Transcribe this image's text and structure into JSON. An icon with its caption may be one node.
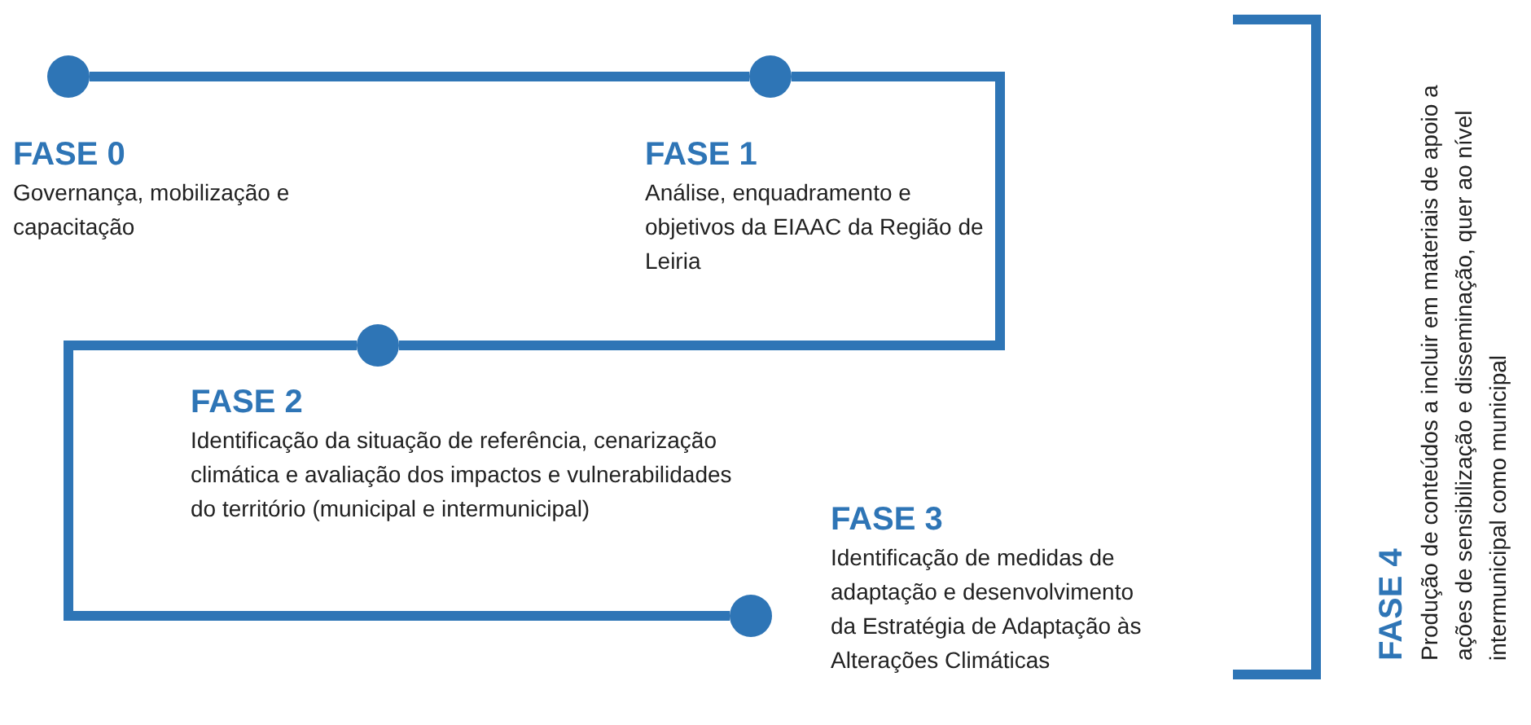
{
  "diagram": {
    "nodes": [
      {
        "text": [
          "FASE 0",
          "Governança, mobilização e capacitação"
        ]
      },
      {
        "text": [
          "FASE 1",
          "Análise, enquadramento e objetivos da EIAAC da Região de Leiria"
        ]
      },
      {
        "text": [
          "FASE 2",
          "Identificação da situação de referência, cenarização climática e avaliação dos impactos e vulnerabilidades do território (municipal e intermunicipal)"
        ]
      },
      {
        "text": [
          "FASE 3",
          "Identificação de medidas de adaptação e desenvolvimento da Estratégia de Adaptação às Alterações Climáticas"
        ]
      },
      {
        "text": [
          "FASE 4",
          "Produção de conteúdos a incluir em materiais de apoio a ações de sensibilização e disseminação, quer ao nível intermunicipal como municipal"
        ]
      },
      {
        "text": [],
        "shape": "circle"
      },
      {
        "text": [],
        "shape": "circle"
      },
      {
        "text": [],
        "shape": "circle"
      },
      {
        "text": [],
        "shape": "circle"
      }
    ],
    "edges": [
      {
        "from": 5,
        "to": 6,
        "arrow": "none"
      },
      {
        "from": 6,
        "to": 7,
        "arrow": "none"
      },
      {
        "from": 7,
        "to": 8,
        "arrow": "none"
      }
    ]
  }
}
